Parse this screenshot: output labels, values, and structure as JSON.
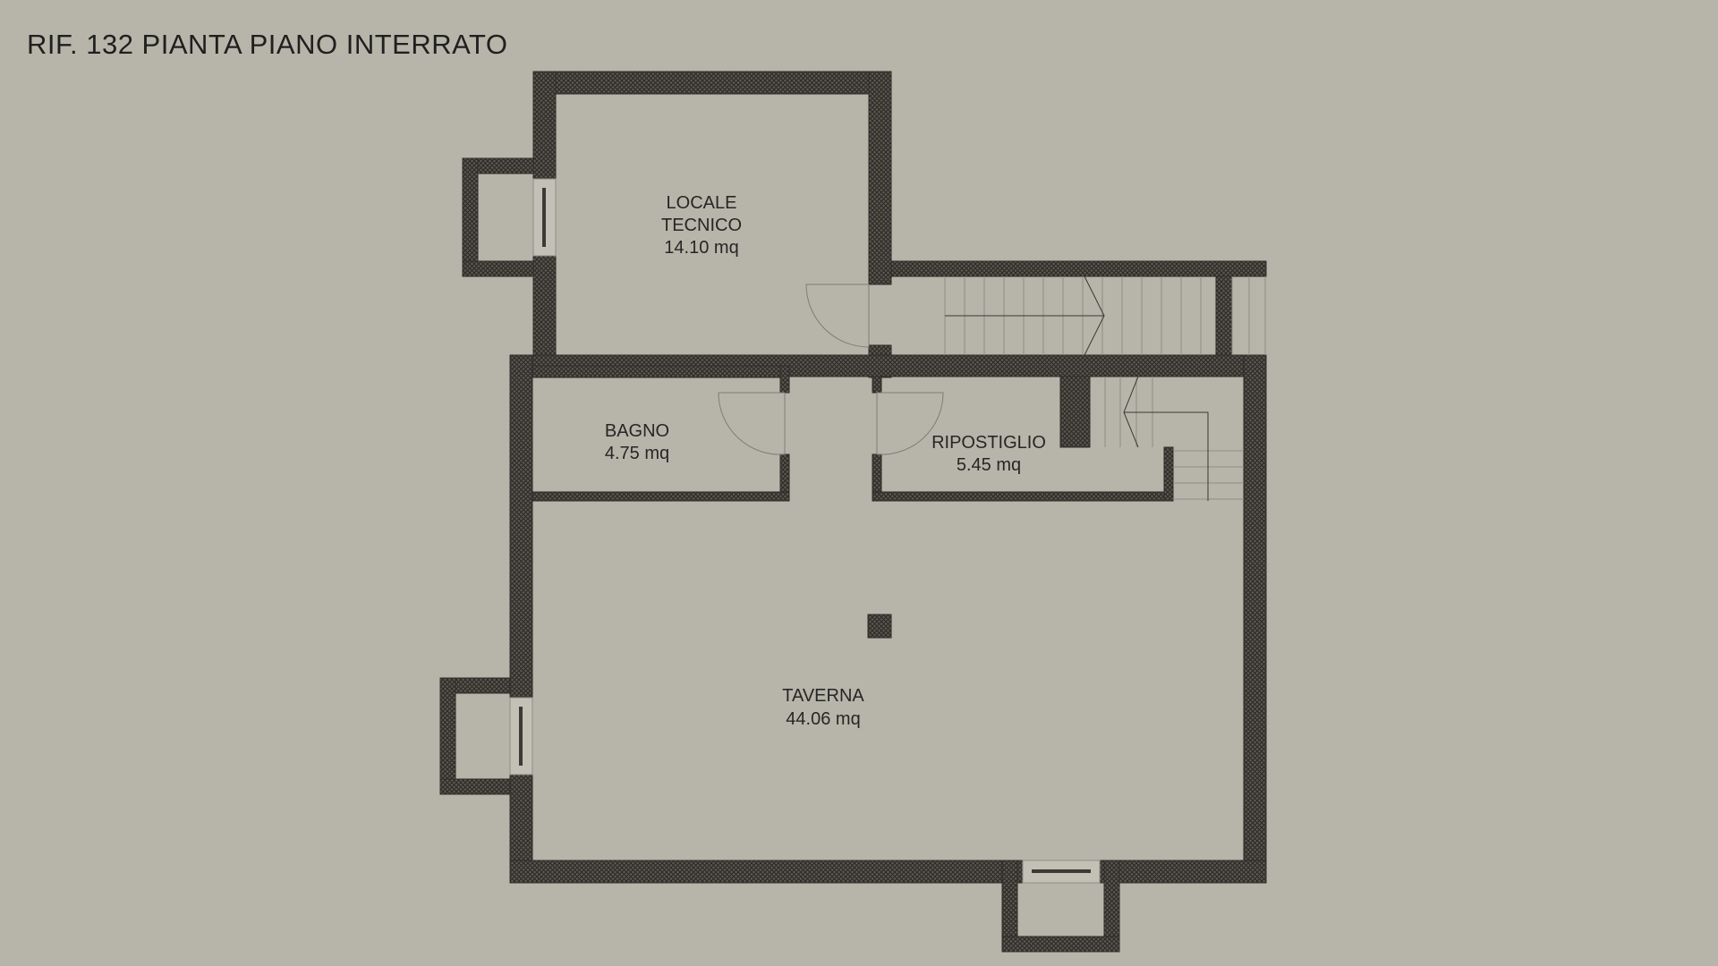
{
  "title": "RIF. 132 PIANTA PIANO INTERRATO",
  "rooms": {
    "locale_tecnico": {
      "name_line1": "LOCALE",
      "name_line2": "TECNICO",
      "area": "14.10 mq"
    },
    "bagno": {
      "name": "BAGNO",
      "area": "4.75 mq"
    },
    "ripostiglio": {
      "name": "RIPOSTIGLIO",
      "area": "5.45 mq"
    },
    "taverna": {
      "name": "TAVERNA",
      "area": "44.06 mq"
    }
  },
  "colors": {
    "background": "#b7b5a9",
    "wall_fill": "#565249",
    "wall_hatch": "#2b2a26",
    "line": "#3a3935",
    "thin_line": "#8f8d86"
  }
}
